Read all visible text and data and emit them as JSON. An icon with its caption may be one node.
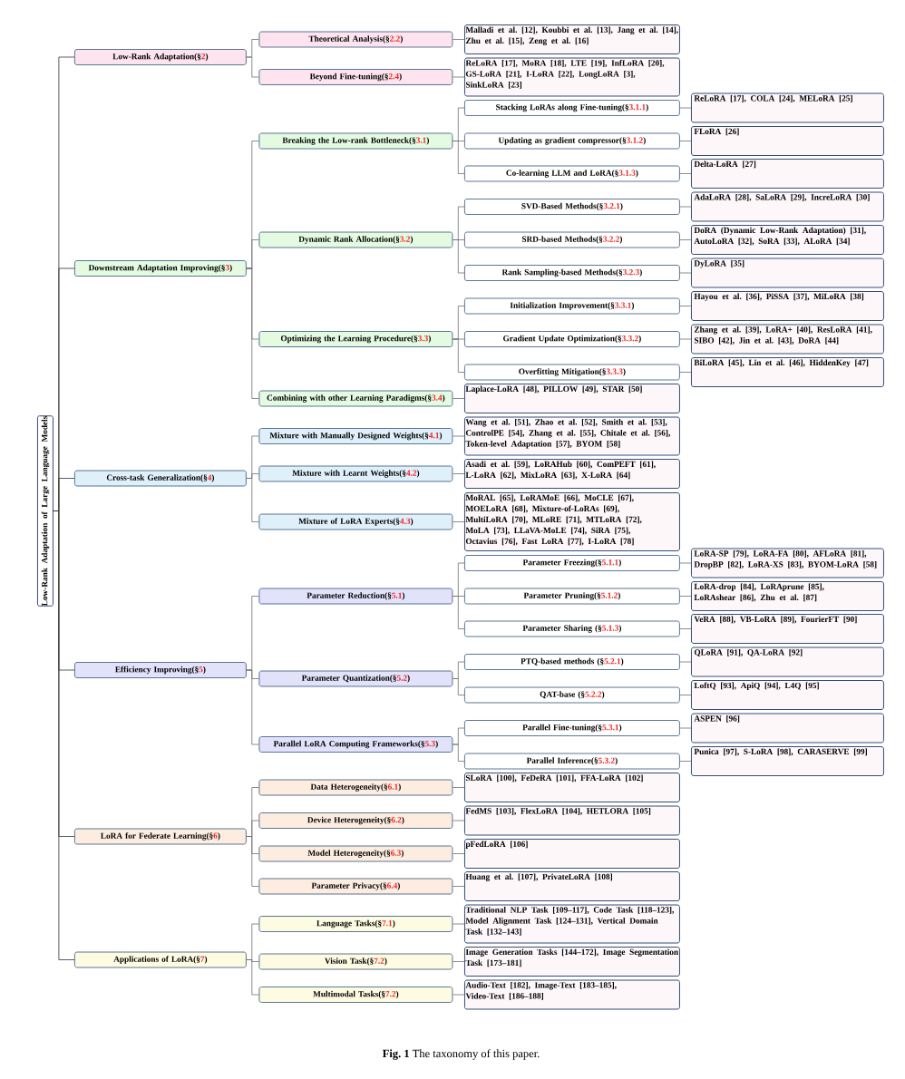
{
  "diagram": {
    "caption": "**Fig. 1** The taxonomy of this paper.",
    "nodes": [
      {
        "text": [
          "Low-Rank Adaptation of Large Language Models"
        ]
      },
      {
        "text": [
          "Low-Rank Adaptation(§2)"
        ]
      },
      {
        "text": [
          "Theoretical Analysis(§2.2)"
        ]
      },
      {
        "text": [
          "Malladi et al. [12], Koubbi et al. [13], Jang et al. [14], Zhu et al. [15], Zeng et al. [16]"
        ]
      },
      {
        "text": [
          "Beyond Fine-tuning(§2.4)"
        ]
      },
      {
        "text": [
          "ReLoRA [17], MoRA [18], LTE [19], InfLoRA [20], GS-LoRA [21], I-LoRA [22], LongLoRA [3], SinkLoRA [23]"
        ]
      },
      {
        "text": [
          "Downstream Adaptation Improving(§3)"
        ]
      },
      {
        "text": [
          "Breaking the Low-rank Bottleneck(§3.1)"
        ]
      },
      {
        "text": [
          "Stacking LoRAs along Fine-tuning(§3.1.1)"
        ]
      },
      {
        "text": [
          "ReLoRA [17], COLA [24], MELoRA [25]"
        ]
      },
      {
        "text": [
          "Updating as gradient compressor(§3.1.2)"
        ]
      },
      {
        "text": [
          "FLoRA [26]"
        ]
      },
      {
        "text": [
          "Co-learning LLM and LoRA(§3.1.3)"
        ]
      },
      {
        "text": [
          "Delta-LoRA [27]"
        ]
      },
      {
        "text": [
          "Dynamic Rank Allocation(§3.2)"
        ]
      },
      {
        "text": [
          "SVD-Based Methods(§3.2.1)"
        ]
      },
      {
        "text": [
          "AdaLoRA [28], SaLoRA [29], IncreLoRA [30]"
        ]
      },
      {
        "text": [
          "SRD-based Methods(§3.2.2)"
        ]
      },
      {
        "text": [
          "DoRA (Dynamic Low-Rank Adaptation) [31], AutoLoRA [32], SoRA [33], ALoRA [34]"
        ]
      },
      {
        "text": [
          "Rank Sampling-based Methods(§3.2.3)"
        ]
      },
      {
        "text": [
          "DyLoRA [35]"
        ]
      },
      {
        "text": [
          "Optimizing the Learning Procedure(§3.3)"
        ]
      },
      {
        "text": [
          "Initialization Improvement(§3.3.1)"
        ]
      },
      {
        "text": [
          "Hayou et al. [36], PiSSA [37], MiLoRA [38]"
        ]
      },
      {
        "text": [
          "Gradient Update Optimization(§3.3.2)"
        ]
      },
      {
        "text": [
          "Zhang et al. [39], LoRA+ [40], ResLoRA [41], SIBO [42], Jin et al. [43], DoRA [44]"
        ]
      },
      {
        "text": [
          "Overfitting Mitigation(§3.3.3)"
        ]
      },
      {
        "text": [
          "BiLoRA [45], Lin et al. [46], HiddenKey [47]"
        ]
      },
      {
        "text": [
          "Combining with other Learning Paradigms(§3.4)"
        ]
      },
      {
        "text": [
          "Laplace-LoRA [48], PILLOW [49], STAR [50]"
        ]
      },
      {
        "text": [
          "Cross-task Generalization(§4)"
        ]
      },
      {
        "text": [
          "Mixture with Manually Designed Weights(§4.1)"
        ]
      },
      {
        "text": [
          "Wang et al. [51], Zhao et al. [52], Smith et al. [53], ControlPE [54], Zhang et al. [55], Chitale et al. [56], Token-level Adaptation [57], BYOM [58]"
        ]
      },
      {
        "text": [
          "Mixture with Learnt Weights(§4.2)"
        ]
      },
      {
        "text": [
          "Asadi et al. [59], LoRAHub [60], ComPEFT [61], L-LoRA [62], MixLoRA [63], X-LoRA [64]"
        ]
      },
      {
        "text": [
          "Mixture of LoRA Experts(§4.3)"
        ]
      },
      {
        "text": [
          "MoRAL [65], LoRAMoE [66], MoCLE [67], MOELoRA [68], Mixture-of-LoRAs [69], MultiLoRA [70], MLoRE [71], MTLoRA [72], MoLA [73], LLaVA-MoLE [74], SiRA [75], Octavius [76], Fast LoRA [77], I-LoRA [78]"
        ]
      },
      {
        "text": [
          "Efficiency Improving(§5)"
        ]
      },
      {
        "text": [
          "Parameter Reduction(§5.1)"
        ]
      },
      {
        "text": [
          "Parameter Freezing(§5.1.1)"
        ]
      },
      {
        "text": [
          "LoRA-SP [79], LoRA-FA [80], AFLoRA [81], DropBP [82], LoRA-XS [83], BYOM-LoRA [58]"
        ]
      },
      {
        "text": [
          "Parameter Pruning(§5.1.2)"
        ]
      },
      {
        "text": [
          "LoRA-drop [84], LoRAprune [85], LoRAshear [86], Zhu et al. [87]"
        ]
      },
      {
        "text": [
          "Parameter Sharing (§5.1.3)"
        ]
      },
      {
        "text": [
          "VeRA [88], VB-LoRA [89], FourierFT [90]"
        ]
      },
      {
        "text": [
          "Parameter Quantization(§5.2)"
        ]
      },
      {
        "text": [
          "PTQ-based methods (§5.2.1)"
        ]
      },
      {
        "text": [
          "QLoRA [91], QA-LoRA [92]"
        ]
      },
      {
        "text": [
          "QAT-base (§5.2.2)"
        ]
      },
      {
        "text": [
          "LoftQ [93], ApiQ [94], L4Q [95]"
        ]
      },
      {
        "text": [
          "Parallel LoRA Computing Frameworks(§5.3)"
        ]
      },
      {
        "text": [
          "Parallel Fine-tuning(§5.3.1)"
        ]
      },
      {
        "text": [
          "ASPEN [96]"
        ]
      },
      {
        "text": [
          "Parallel Inference(§5.3.2)"
        ]
      },
      {
        "text": [
          "Punica [97], S-LoRA [98], CARASERVE [99]"
        ]
      },
      {
        "text": [
          "LoRA for Federate Learning(§6)"
        ]
      },
      {
        "text": [
          "Data Heterogeneity(§6.1)"
        ]
      },
      {
        "text": [
          "SLoRA [100], FeDeRA [101], FFA-LoRA [102]"
        ]
      },
      {
        "text": [
          "Device Heterogeneity(§6.2)"
        ]
      },
      {
        "text": [
          "FedMS [103], FlexLoRA [104], HETLORA [105]"
        ]
      },
      {
        "text": [
          "Model Heterogeneity(§6.3)"
        ]
      },
      {
        "text": [
          "pFedLoRA [106]"
        ]
      },
      {
        "text": [
          "Parameter Privacy(§6.4)"
        ]
      },
      {
        "text": [
          "Huang et al. [107], PrivateLoRA [108]"
        ]
      },
      {
        "text": [
          "Applications of LoRA(§7)"
        ]
      },
      {
        "text": [
          "Language Tasks(§7.1)"
        ]
      },
      {
        "text": [
          "Traditional NLP Task [109–117], Code Task [118–123], Model Alignment Task [124–131], Vertical Domain Task [132–143]"
        ]
      },
      {
        "text": [
          "Vision Task(§7.2)"
        ]
      },
      {
        "text": [
          "Image Generation Tasks [144–172], Image Segmentation Task [173–181]"
        ]
      },
      {
        "text": [
          "Multimodal Tasks(§7.2)"
        ]
      },
      {
        "text": [
          "Audio-Text [182], Image-Text [183–185], Video-Text [186–188]"
        ]
      }
    ],
    "edges": [
      {
        "from": 0,
        "to": 1,
        "arrow": "none",
        "color": "#333333"
      },
      {
        "from": 1,
        "to": 2,
        "arrow": "none"
      },
      {
        "from": 2,
        "to": 3,
        "arrow": "none"
      },
      {
        "from": 1,
        "to": 4,
        "arrow": "none"
      },
      {
        "from": 4,
        "to": 5,
        "arrow": "none"
      },
      {
        "from": 0,
        "to": 6,
        "arrow": "none",
        "color": "#333333"
      },
      {
        "from": 6,
        "to": 7,
        "arrow": "none"
      },
      {
        "from": 7,
        "to": 8,
        "arrow": "none"
      },
      {
        "from": 8,
        "to": 9,
        "arrow": "none"
      },
      {
        "from": 7,
        "to": 10,
        "arrow": "none"
      },
      {
        "from": 10,
        "to": 11,
        "arrow": "none"
      },
      {
        "from": 7,
        "to": 12,
        "arrow": "none"
      },
      {
        "from": 12,
        "to": 13,
        "arrow": "none"
      },
      {
        "from": 6,
        "to": 14,
        "arrow": "none"
      },
      {
        "from": 14,
        "to": 15,
        "arrow": "none"
      },
      {
        "from": 15,
        "to": 16,
        "arrow": "none"
      },
      {
        "from": 14,
        "to": 17,
        "arrow": "none"
      },
      {
        "from": 17,
        "to": 18,
        "arrow": "none"
      },
      {
        "from": 14,
        "to": 19,
        "arrow": "none"
      },
      {
        "from": 19,
        "to": 20,
        "arrow": "none"
      },
      {
        "from": 6,
        "to": 21,
        "arrow": "none"
      },
      {
        "from": 21,
        "to": 22,
        "arrow": "none"
      },
      {
        "from": 22,
        "to": 23,
        "arrow": "none"
      },
      {
        "from": 21,
        "to": 24,
        "arrow": "none"
      },
      {
        "from": 24,
        "to": 25,
        "arrow": "none"
      },
      {
        "from": 21,
        "to": 26,
        "arrow": "none"
      },
      {
        "from": 26,
        "to": 27,
        "arrow": "none"
      },
      {
        "from": 6,
        "to": 28,
        "arrow": "none"
      },
      {
        "from": 28,
        "to": 29,
        "arrow": "none"
      },
      {
        "from": 0,
        "to": 30,
        "arrow": "none",
        "color": "#333333"
      },
      {
        "from": 30,
        "to": 31,
        "arrow": "none"
      },
      {
        "from": 31,
        "to": 32,
        "arrow": "none"
      },
      {
        "from": 30,
        "to": 33,
        "arrow": "none"
      },
      {
        "from": 33,
        "to": 34,
        "arrow": "none"
      },
      {
        "from": 30,
        "to": 35,
        "arrow": "none"
      },
      {
        "from": 35,
        "to": 36,
        "arrow": "none"
      },
      {
        "from": 0,
        "to": 37,
        "arrow": "none",
        "color": "#333333"
      },
      {
        "from": 37,
        "to": 38,
        "arrow": "none"
      },
      {
        "from": 38,
        "to": 39,
        "arrow": "none"
      },
      {
        "from": 39,
        "to": 40,
        "arrow": "none"
      },
      {
        "from": 38,
        "to": 41,
        "arrow": "none"
      },
      {
        "from": 41,
        "to": 42,
        "arrow": "none"
      },
      {
        "from": 38,
        "to": 43,
        "arrow": "none"
      },
      {
        "from": 43,
        "to": 44,
        "arrow": "none"
      },
      {
        "from": 37,
        "to": 45,
        "arrow": "none"
      },
      {
        "from": 45,
        "to": 46,
        "arrow": "none"
      },
      {
        "from": 46,
        "to": 47,
        "arrow": "none"
      },
      {
        "from": 45,
        "to": 48,
        "arrow": "none"
      },
      {
        "from": 48,
        "to": 49,
        "arrow": "none"
      },
      {
        "from": 37,
        "to": 50,
        "arrow": "none"
      },
      {
        "from": 50,
        "to": 51,
        "arrow": "none"
      },
      {
        "from": 51,
        "to": 52,
        "arrow": "none"
      },
      {
        "from": 50,
        "to": 53,
        "arrow": "none"
      },
      {
        "from": 53,
        "to": 54,
        "arrow": "none"
      },
      {
        "from": 0,
        "to": 55,
        "arrow": "none",
        "color": "#333333"
      },
      {
        "from": 55,
        "to": 56,
        "arrow": "none"
      },
      {
        "from": 56,
        "to": 57,
        "arrow": "none"
      },
      {
        "from": 55,
        "to": 58,
        "arrow": "none"
      },
      {
        "from": 58,
        "to": 59,
        "arrow": "none"
      },
      {
        "from": 55,
        "to": 60,
        "arrow": "none"
      },
      {
        "from": 60,
        "to": 61,
        "arrow": "none"
      },
      {
        "from": 55,
        "to": 62,
        "arrow": "none"
      },
      {
        "from": 62,
        "to": 63,
        "arrow": "none"
      },
      {
        "from": 0,
        "to": 64,
        "arrow": "none",
        "color": "#333333"
      },
      {
        "from": 64,
        "to": 65,
        "arrow": "none"
      },
      {
        "from": 65,
        "to": 66,
        "arrow": "none"
      },
      {
        "from": 64,
        "to": 67,
        "arrow": "none"
      },
      {
        "from": 67,
        "to": 68,
        "arrow": "none"
      },
      {
        "from": 64,
        "to": 69,
        "arrow": "none"
      },
      {
        "from": 69,
        "to": 70,
        "arrow": "none"
      }
    ]
  }
}
